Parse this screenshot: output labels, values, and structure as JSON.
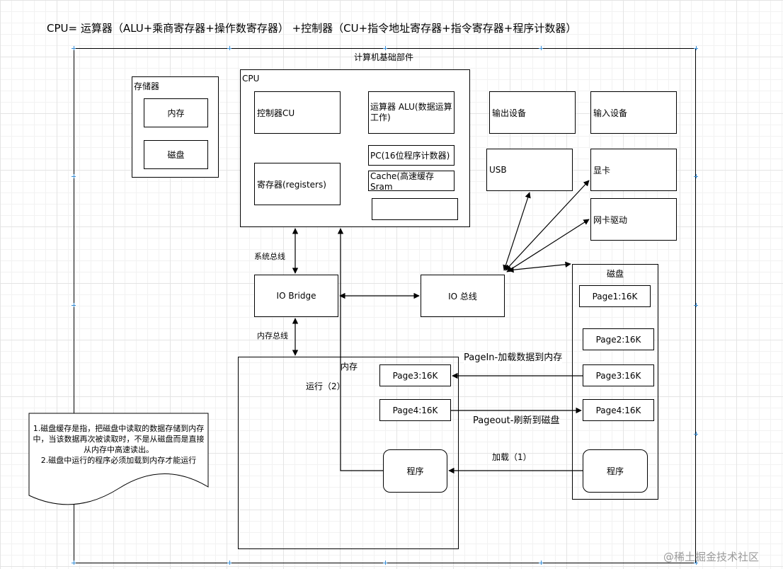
{
  "formula": "CPU= 运算器（ALU+乘商寄存器+操作数寄存器） +控制器（CU+指令地址寄存器+指令寄存器+程序计数器）",
  "frame_title": "计算机基础部件",
  "storage": {
    "title": "存储器",
    "memory": "内存",
    "disk": "磁盘"
  },
  "cpu": {
    "title": "CPU",
    "control_unit": "控制器CU",
    "alu": "运算器 ALU(数据运算工作)",
    "pc": "PC(16位程序计数器)",
    "cache": "Cache(高速缓存Sram",
    "registers": "寄存器(registers)",
    "empty_slot": ""
  },
  "devices": {
    "output": "输出设备",
    "input": "输入设备",
    "usb": "USB",
    "gpu": "显卡",
    "nic": "网卡驱动"
  },
  "bus": {
    "system_bus": "系统总线",
    "io_bridge": "IO Bridge",
    "io_bus": "IO 总线",
    "memory_bus": "内存总线"
  },
  "memory_area": {
    "title": "内存",
    "run_label": "运行（2）",
    "page3": "Page3:16K",
    "page4": "Page4:16K",
    "program": "程序"
  },
  "disk_area": {
    "title": "磁盘",
    "page1": "Page1:16K",
    "page2": "Page2:16K",
    "page3": "Page3:16K",
    "page4": "Page4:16K",
    "program": "程序"
  },
  "arrows": {
    "pagein": "PageIn-加载数据到内存",
    "pageout": "Pageout-刷新到磁盘",
    "load": "加载（1）"
  },
  "note": {
    "line1": "1.磁盘缓存是指，把磁盘中读取的数据存储到内存中，当该数据再次被读取时，不是从磁盘而是直接从内存中高速读出。",
    "line2": "2.磁盘中运行的程序必须加载到内存才能运行"
  },
  "watermark": "@稀土掘金技术社区"
}
